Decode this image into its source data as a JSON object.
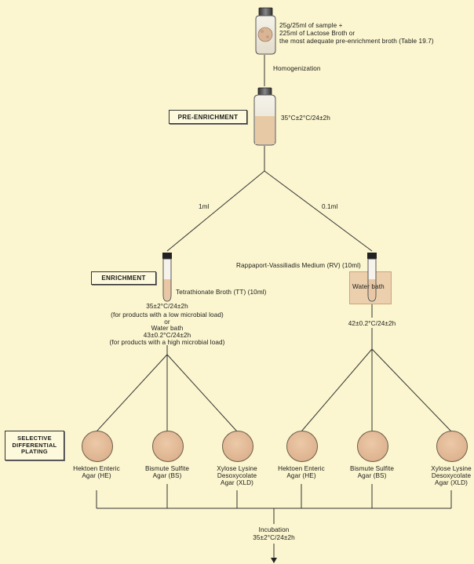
{
  "sample": {
    "line1": "25g/25ml of sample +",
    "line2": "225ml of Lactose Broth or",
    "line3": "the most adequate pre-enrichment broth (Table 19.7)"
  },
  "homogenization": "Homogenization",
  "pre_enrichment": {
    "label": "PRE-ENRICHMENT",
    "condition": "35°C±2°C/24±2h"
  },
  "split": {
    "left": "1ml",
    "right": "0.1ml"
  },
  "enrichment": {
    "label": "ENRICHMENT",
    "tt_broth": "Tetrathionate Broth (TT) (10ml)",
    "tt_conditions": [
      "35±2°C/24±2h",
      "(for products with a low microbial load)",
      "or",
      "Water bath",
      "43±0.2°C/24±2h",
      "(for products with a high microbial load)"
    ],
    "rv_medium": "Rappaport-Vassiliadis Medium (RV) (10ml)",
    "water_bath": "Water bath",
    "rv_condition": "42±0.2°C/24±2h"
  },
  "plating": {
    "label_lines": [
      "SELECTIVE",
      "DIFFERENTIAL",
      "PLATING"
    ],
    "plates": [
      [
        "Hektoen Enteric",
        "Agar (HE)"
      ],
      [
        "Bismute Sulfite",
        "Agar (BS)"
      ],
      [
        "Xylose Lysine",
        "Desoxycolate",
        "Agar (XLD)"
      ],
      [
        "Hektoen Enteric",
        "Agar (HE)"
      ],
      [
        "Bismute Sulfite",
        "Agar (BS)"
      ],
      [
        "Xylose Lysine",
        "Desoxycolate",
        "Agar (XLD)"
      ]
    ]
  },
  "incubation": {
    "label": "Incubation",
    "condition": "35±2°C/24±2h"
  },
  "colors": {
    "background": "#fbf6cf",
    "plate": "#dcb08c",
    "water_bath": "#ecd0ad",
    "line": "#333333"
  }
}
